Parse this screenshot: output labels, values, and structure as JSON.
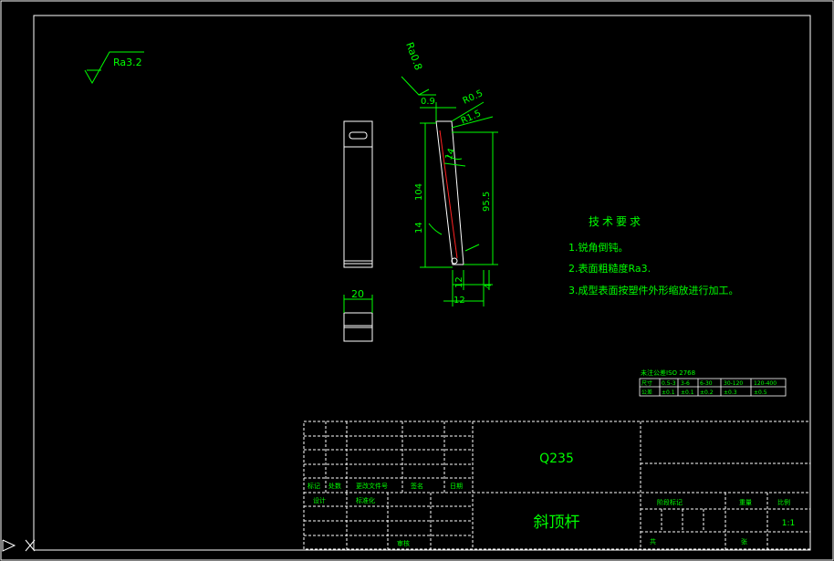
{
  "drawing": {
    "surface_symbol": "Ra3.2",
    "surface_tip": "Ra0.8",
    "colors": {
      "background": "#000000",
      "line": "#ffffff",
      "dimension": "#00ff00",
      "center": "#ff0000"
    },
    "dimensions": {
      "top_width": "0.9",
      "radius_small": "R0.5",
      "radius_large": "R1.5",
      "angle_upper": "14",
      "angle_lower": "14",
      "height_left": "104",
      "height_right": "95.5",
      "bottom_offset": "4",
      "bottom_gap": "12",
      "bottom_width": "12",
      "front_width": "20"
    },
    "notes": {
      "title": "技术要求",
      "items": [
        "1.锐角倒钝。",
        "2.表面粗糙度Ra3.",
        "3.成型表面按塑件外形缩放进行加工。"
      ]
    },
    "tolerance_table": {
      "caption": "未注公差ISO 2768",
      "header_label": "尺寸",
      "header_values": [
        "0.5-3",
        "3-6",
        "6-30",
        "30-120",
        "120-400"
      ],
      "row_label": "公差",
      "row_values": [
        "±0.1",
        "±0.1",
        "±0.2",
        "±0.3",
        "±0.5"
      ]
    },
    "title_block": {
      "material": "Q235",
      "part_name": "斜顶杆",
      "scale": "1:1",
      "small_labels": {
        "mark": "标记",
        "count": "处数",
        "file_no": "更改文件号",
        "sign": "签名",
        "date": "日期",
        "design": "设计",
        "standard": "标准化",
        "stage_mark": "阶段标记",
        "weight": "重量",
        "ratio": "比例",
        "audit": "审核",
        "sheet": "共",
        "page": "张"
      }
    }
  }
}
